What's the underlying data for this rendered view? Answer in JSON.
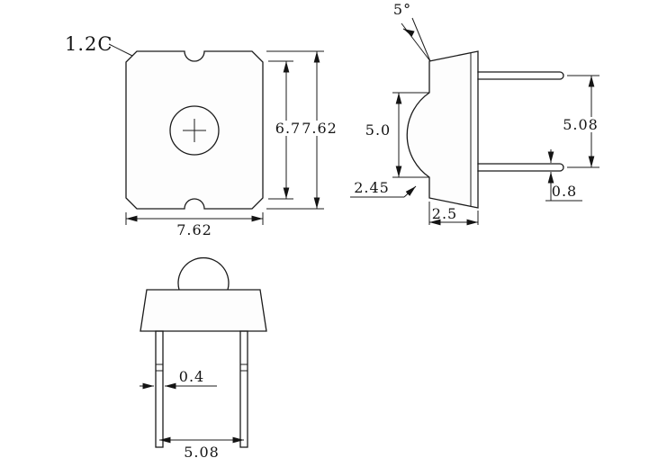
{
  "top_view": {
    "chamfer_label": "1.2C",
    "notch_height": "6.7",
    "overall_height": "7.62",
    "overall_width": "7.62"
  },
  "side_view": {
    "draft_angle": "5°",
    "lens_height": "5.0",
    "lens_offset": "2.45",
    "body_thickness": "2.5",
    "pin_pitch": "5.08",
    "pin_thickness": "0.8"
  },
  "front_view": {
    "pin_width": "0.4",
    "pin_pitch": "5.08"
  }
}
